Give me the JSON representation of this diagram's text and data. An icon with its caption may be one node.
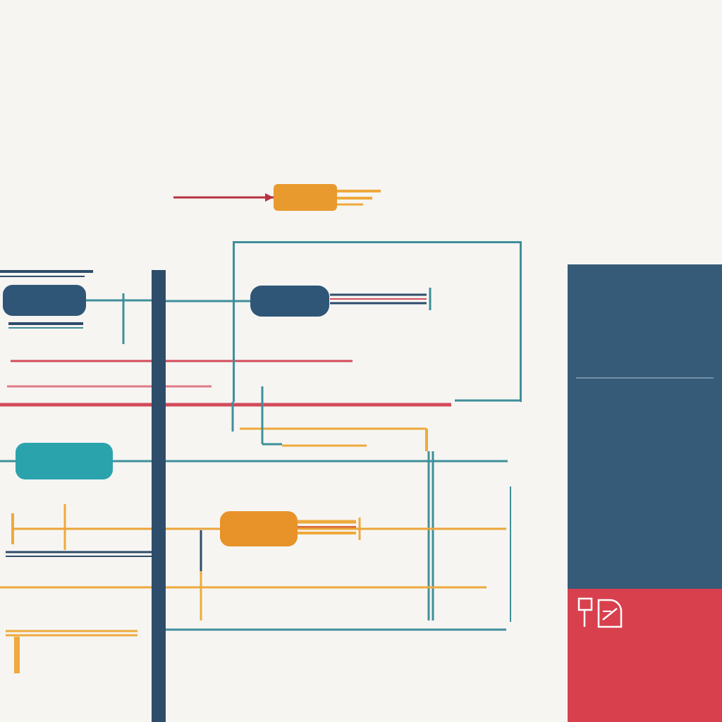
{
  "diagram": {
    "nodes": [
      {
        "text": [],
        "shape": "box"
      },
      {
        "text": [],
        "shape": "box"
      },
      {
        "text": [],
        "shape": "bar"
      },
      {
        "text": [],
        "shape": "box"
      },
      {
        "text": [],
        "shape": "box",
        "in": 1
      },
      {
        "text": [],
        "shape": "box"
      },
      {
        "text": [],
        "shape": "box"
      },
      {
        "text": [],
        "shape": "box"
      },
      {
        "text": [],
        "shape": "box"
      }
    ],
    "edges": [
      {
        "from": null,
        "to": 0,
        "arrow": "to",
        "color": "#b8323f"
      },
      {
        "from": 3,
        "to": 2,
        "arrow": "none"
      },
      {
        "from": 2,
        "to": 4,
        "arrow": "none"
      },
      {
        "from": null,
        "to": 5,
        "arrow": "none"
      },
      {
        "from": 5,
        "to": 2,
        "arrow": "none"
      },
      {
        "from": 2,
        "to": null,
        "arrow": "none"
      },
      {
        "from": null,
        "to": 2,
        "arrow": "none",
        "color": "#eba53a"
      },
      {
        "from": 2,
        "to": 6,
        "arrow": "none",
        "color": "#eba53a"
      },
      {
        "from": 6,
        "to": null,
        "arrow": "none",
        "color": "#eba53a"
      }
    ]
  }
}
